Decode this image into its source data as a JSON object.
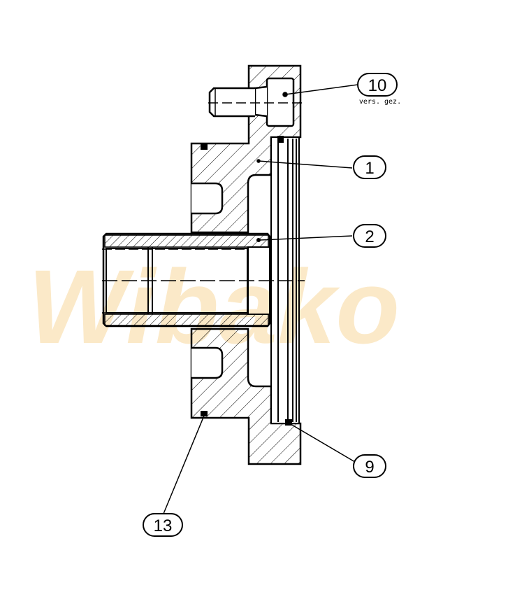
{
  "drawing": {
    "watermark": "Wibako",
    "colors": {
      "line": "#000000",
      "watermark": "#fbe9c8"
    },
    "balloons": [
      {
        "id": "10",
        "note": "vers. gez."
      },
      {
        "id": "1"
      },
      {
        "id": "2"
      },
      {
        "id": "9"
      },
      {
        "id": "13"
      }
    ]
  }
}
